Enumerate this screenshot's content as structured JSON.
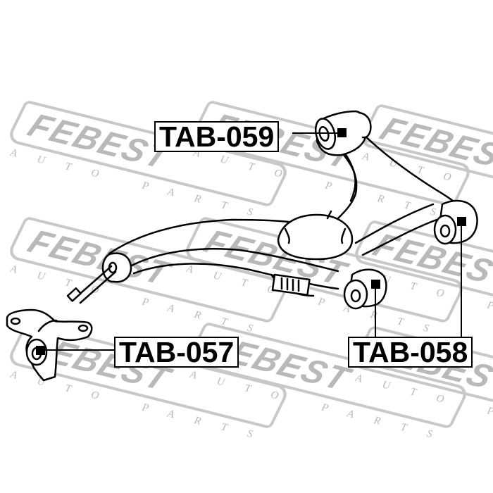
{
  "watermark": {
    "brand": "FEBEST",
    "tagline": "AUTO PARTS",
    "color": "#b9b9b9"
  },
  "diagram": {
    "subject": "Rear lower control arm with bushings",
    "line_color": "#000000",
    "background": "#ffffff"
  },
  "labels": [
    {
      "id": "tab-059",
      "text": "TAB-059"
    },
    {
      "id": "tab-057",
      "text": "TAB-057"
    },
    {
      "id": "tab-058",
      "text": "TAB-058"
    }
  ]
}
